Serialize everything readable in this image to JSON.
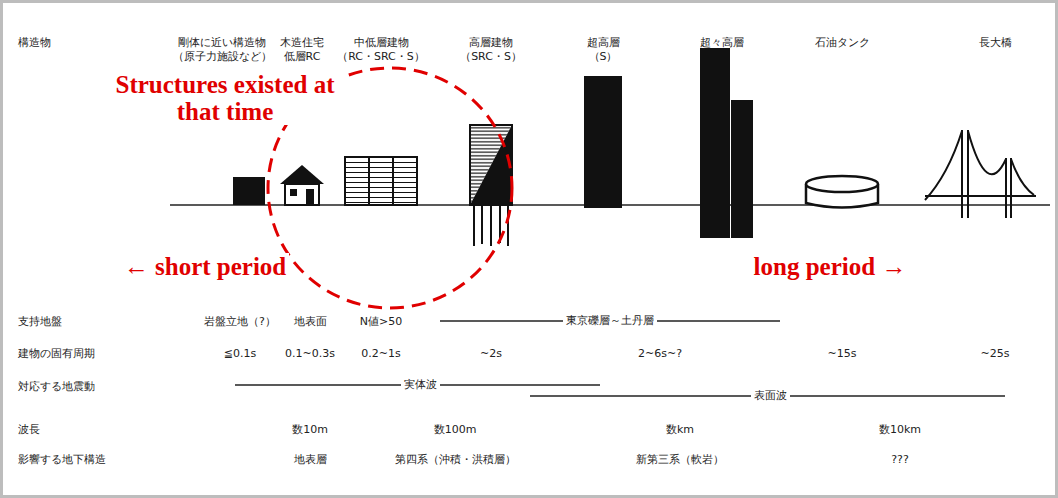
{
  "diagram": {
    "labels": [
      "構造物",
      "剛体に近い構造物 （原子力施設など）",
      "木造住宅 低層RC",
      "中低層建物 （RC・SRC・S）",
      "高層建物 （SRC・S）",
      "超高層 （S）",
      "超々高層",
      "石油タンク",
      "長大橋",
      "Structures existed at that time",
      "← short period",
      "long period →",
      "支持地盤",
      "岩盤立地（?）",
      "地表面",
      "N値>50",
      "東京礫層～土丹層",
      "建物の固有周期",
      "≦0.1s",
      "0.1~0.3s",
      "0.2~1s",
      "~2s",
      "2~6s~?",
      "~15s",
      "~25s",
      "対応する地震動",
      "実体波",
      "表面波",
      "波長",
      "数10m",
      "数100m",
      "数km",
      "数10km",
      "影響する地下構造",
      "地表層",
      "第四系（沖積・洪積層）",
      "新第三系（軟岩）",
      "???"
    ]
  }
}
